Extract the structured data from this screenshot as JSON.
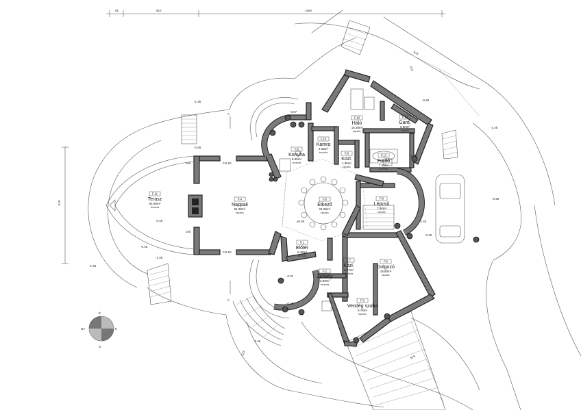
{
  "rooms": [
    {
      "key": "terasz",
      "id": "F.11",
      "name": "Terasz",
      "area": "51.85m²",
      "floor": "kerámia"
    },
    {
      "key": "nappali",
      "id": "F.4",
      "name": "Nappali",
      "area": "51.36m²",
      "floor": "fapadló"
    },
    {
      "key": "konyha",
      "id": "F.5",
      "name": "Konyha",
      "area": "8.65m²",
      "floor": "kerámia"
    },
    {
      "key": "kamra",
      "id": "F.10",
      "name": "Kamra",
      "area": "1.08m²",
      "floor": "kerámia"
    },
    {
      "key": "kozl1",
      "id": "F.9",
      "name": "Közl.",
      "area": "1.35m²",
      "floor": "fapadló"
    },
    {
      "key": "halo",
      "id": "F.15",
      "name": "Háló",
      "area": "15.38m²",
      "floor": "fapadló"
    },
    {
      "key": "gard",
      "id": "F.14",
      "name": "Gard.",
      "area": "9.50m²",
      "floor": "fapadló"
    },
    {
      "key": "furdo",
      "id": "F.13",
      "name": "Fürdő",
      "area": "7.40m²",
      "floor": "kerámia"
    },
    {
      "key": "etkezo",
      "id": "F.6",
      "name": "Étkező",
      "area": "21.86m²",
      "floor": "fapadló"
    },
    {
      "key": "lepcso",
      "id": "F.8",
      "name": "Lépcső",
      "area": "7.80m²",
      "floor": "fapadló"
    },
    {
      "key": "eloter",
      "id": "F.1",
      "name": "Előtér",
      "area": "5.46m²",
      "floor": "kerámia"
    },
    {
      "key": "kozl2",
      "id": "F.7",
      "name": "Közl.",
      "area": "3.47m²",
      "floor": "kerámia"
    },
    {
      "key": "zuhany",
      "id": "F.2",
      "name": "Zuhany",
      "area": "3.09m²",
      "floor": "kerámia"
    },
    {
      "key": "dolgozo",
      "id": "F.6",
      "name": "Dolgozó",
      "area": "18.80m²",
      "floor": "fapadló"
    },
    {
      "key": "vendeg",
      "id": "F.3",
      "name": "Vendég szoba",
      "area": "9.78m²",
      "floor": "fapadló"
    }
  ],
  "levels": {
    "l1": "-1.45",
    "l2": "-0.45",
    "l3": "-0.07",
    "l4": "-0.45",
    "l5": "±0.00",
    "l6": "-1.45",
    "l7": "-0.45",
    "l8": "-1.45",
    "l9": "-0.45",
    "l10": "-1.45",
    "l11": "-0.45",
    "l12": "-1.45",
    "l13": "-0.45",
    "l14": "-0.07",
    "l15": "-1.45",
    "l16": "-1.45",
    "l17": "-0.45"
  },
  "dimensions": {
    "top_a": "85",
    "top_b": "910",
    "top_c": "1650",
    "left_v": "618",
    "diag_a": "978",
    "diag_b": "223",
    "diag_c": "878",
    "diag_d": "223",
    "side_a": "160",
    "side_b": "160",
    "side_c": "FM 80",
    "side_d": "FM 80"
  },
  "section_marks": {
    "a_top": "A",
    "a_bottom": "A"
  },
  "north": {
    "n": "É",
    "e": "K",
    "s": "D",
    "w": "NY"
  }
}
